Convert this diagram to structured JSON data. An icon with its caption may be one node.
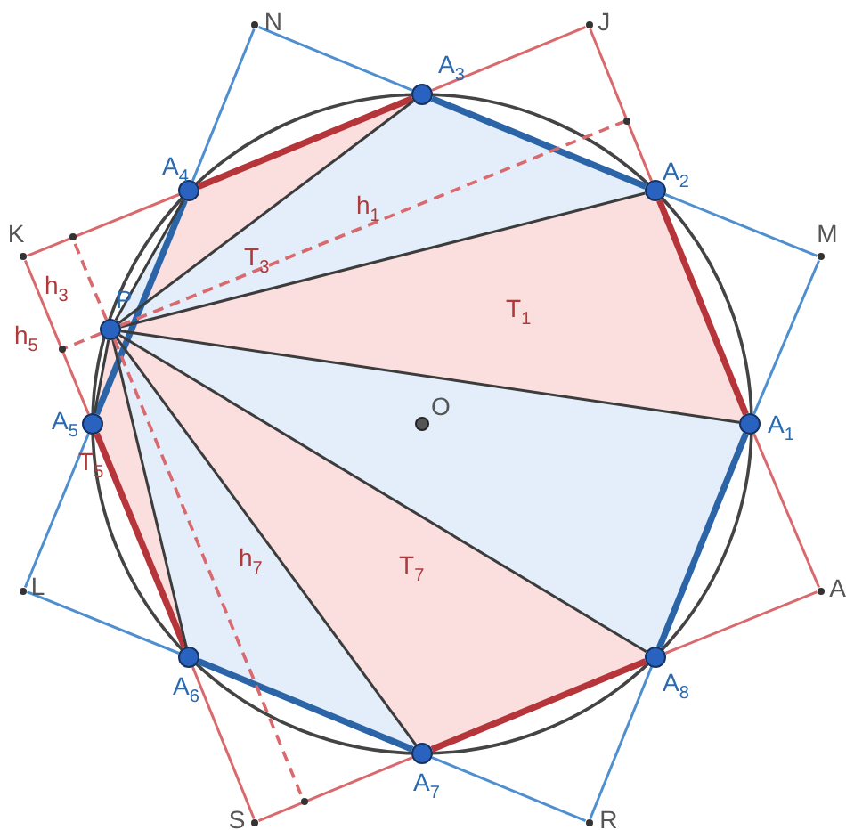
{
  "diagram": {
    "nodes": [
      {
        "text": [
          "N"
        ]
      },
      {
        "text": [
          "J"
        ]
      },
      {
        "text": [
          "A$_{3}$"
        ]
      },
      {
        "text": [],
        "shape": "circle"
      },
      {
        "text": [
          "A$_{4}$"
        ]
      },
      {
        "text": [
          "A$_{2}$"
        ]
      },
      {
        "text": [],
        "shape": "circle"
      },
      {
        "text": [
          "K"
        ]
      },
      {
        "text": [
          "M"
        ]
      },
      {
        "text": [
          "P"
        ]
      },
      {
        "text": [],
        "shape": "circle"
      },
      {
        "text": [
          "A$_{5}$"
        ]
      },
      {
        "text": [
          "A$_{1}$"
        ]
      },
      {
        "text": [
          "O"
        ]
      },
      {
        "text": [
          "L"
        ]
      },
      {
        "text": [
          "A"
        ]
      },
      {
        "text": [
          "A$_{6}$"
        ]
      },
      {
        "text": [
          "A$_{8}$"
        ]
      },
      {
        "text": [
          "A$_{7}$"
        ]
      },
      {
        "text": [],
        "shape": "circle"
      },
      {
        "text": [
          "S"
        ]
      },
      {
        "text": [
          "R"
        ]
      }
    ],
    "edges": [
      {
        "from": 12,
        "to": 5,
        "arrow": "none",
        "style": "thick",
        "color": "#b5353a"
      },
      {
        "from": 5,
        "to": 2,
        "arrow": "none",
        "style": "thick",
        "color": "#2c64a8"
      },
      {
        "from": 2,
        "to": 4,
        "arrow": "none",
        "style": "thick",
        "color": "#b5353a"
      },
      {
        "from": 4,
        "to": 11,
        "arrow": "none",
        "style": "thick",
        "color": "#2c64a8"
      },
      {
        "from": 11,
        "to": 16,
        "arrow": "none",
        "style": "thick",
        "color": "#b5353a"
      },
      {
        "from": 16,
        "to": 18,
        "arrow": "none",
        "style": "thick",
        "color": "#2c64a8"
      },
      {
        "from": 18,
        "to": 17,
        "arrow": "none",
        "style": "thick",
        "color": "#b5353a"
      },
      {
        "from": 17,
        "to": 12,
        "arrow": "none",
        "style": "thick",
        "color": "#2c64a8"
      },
      {
        "from": 9,
        "to": 12,
        "arrow": "none",
        "color": "#3c3c3c"
      },
      {
        "from": 9,
        "to": 5,
        "arrow": "none",
        "color": "#3c3c3c"
      },
      {
        "from": 9,
        "to": 2,
        "arrow": "none",
        "color": "#3c3c3c"
      },
      {
        "from": 9,
        "to": 4,
        "arrow": "none",
        "color": "#3c3c3c"
      },
      {
        "from": 9,
        "to": 11,
        "arrow": "none",
        "color": "#3c3c3c"
      },
      {
        "from": 9,
        "to": 16,
        "arrow": "none",
        "color": "#3c3c3c"
      },
      {
        "from": 9,
        "to": 18,
        "arrow": "none",
        "color": "#3c3c3c"
      },
      {
        "from": 9,
        "to": 17,
        "arrow": "none",
        "color": "#3c3c3c"
      },
      {
        "from": 7,
        "to": 4,
        "arrow": "none",
        "color": "#d9696c"
      },
      {
        "from": 2,
        "to": 1,
        "arrow": "none",
        "color": "#d9696c"
      },
      {
        "from": 1,
        "to": 5,
        "arrow": "none",
        "color": "#d9696c"
      },
      {
        "from": 12,
        "to": 15,
        "arrow": "none",
        "color": "#d9696c"
      },
      {
        "from": 15,
        "to": 17,
        "arrow": "none",
        "color": "#d9696c"
      },
      {
        "from": 18,
        "to": 20,
        "arrow": "none",
        "color": "#d9696c"
      },
      {
        "from": 20,
        "to": 16,
        "arrow": "none",
        "color": "#d9696c"
      },
      {
        "from": 11,
        "to": 7,
        "arrow": "none",
        "color": "#d9696c"
      },
      {
        "from": 0,
        "to": 2,
        "arrow": "none",
        "color": "#4f8fd0"
      },
      {
        "from": 5,
        "to": 8,
        "arrow": "none",
        "color": "#4f8fd0"
      },
      {
        "from": 8,
        "to": 12,
        "arrow": "none",
        "color": "#4f8fd0"
      },
      {
        "from": 17,
        "to": 21,
        "arrow": "none",
        "color": "#4f8fd0"
      },
      {
        "from": 21,
        "to": 18,
        "arrow": "none",
        "color": "#4f8fd0"
      },
      {
        "from": 16,
        "to": 14,
        "arrow": "none",
        "color": "#4f8fd0"
      },
      {
        "from": 14,
        "to": 11,
        "arrow": "none",
        "color": "#4f8fd0"
      },
      {
        "from": 4,
        "to": 0,
        "arrow": "none",
        "color": "#4f8fd0"
      },
      {
        "from": 9,
        "to": 3,
        "arrow": "none",
        "style": "dashed",
        "color": "#d9696c"
      },
      {
        "from": 9,
        "to": 6,
        "arrow": "none",
        "style": "dashed",
        "color": "#d9696c"
      },
      {
        "from": 9,
        "to": 10,
        "arrow": "none",
        "style": "dashed",
        "color": "#d9696c"
      },
      {
        "from": 9,
        "to": 19,
        "arrow": "none",
        "style": "dashed",
        "color": "#d9696c"
      }
    ],
    "labels": [
      "h$_{1}$",
      "T$_{3}$",
      "h$_{3}$",
      "T$_{1}$",
      "h$_{5}$",
      "T$_{5}$",
      "h$_{7}$",
      "T$_{7}$"
    ]
  }
}
